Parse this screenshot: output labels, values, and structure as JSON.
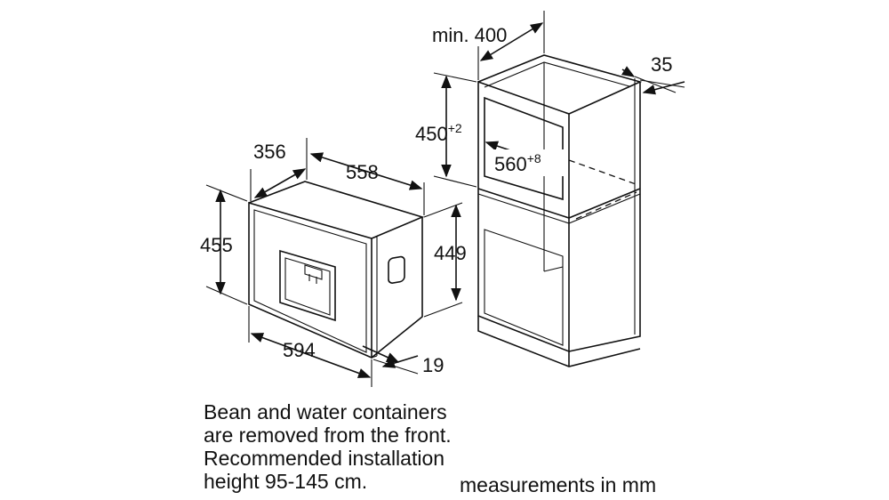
{
  "dimensions": {
    "machine_depth": "356",
    "machine_width_top": "558",
    "machine_height_left": "455",
    "machine_height_right": "449",
    "machine_width_front": "594",
    "front_panel_depth": "19",
    "cabinet_min_depth": "min. 400",
    "cabinet_gap": "35",
    "niche_height": "450",
    "niche_height_tol": "+2",
    "niche_width": "560",
    "niche_width_tol": "+8"
  },
  "notes": {
    "line1": "Bean and water containers",
    "line2": "are removed from the front.",
    "line3": "Recommended installation",
    "line4": "height 95-145 cm.",
    "units": "measurements in mm"
  }
}
